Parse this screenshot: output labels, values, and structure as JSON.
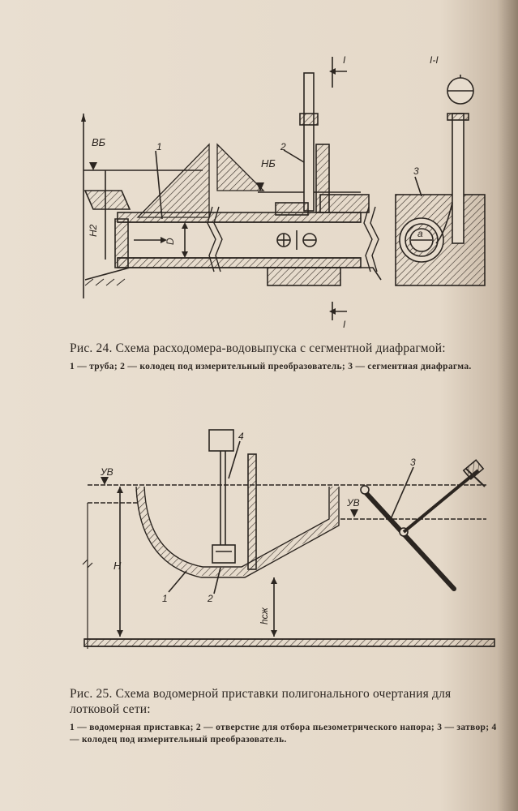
{
  "figure24": {
    "labels": {
      "vb": "ВБ",
      "nb": "НБ",
      "h2": "H2",
      "d": "D",
      "a": "a",
      "section_top": "I",
      "section_bottom": "I",
      "section_view": "I-I",
      "n1": "1",
      "n2": "2",
      "n3": "3"
    },
    "caption": "Рис. 24. Схема расходомера-водовыпуска с сегментной диафрагмой:",
    "legend": "1 — труба; 2 — колодец под измерительный преобразователь; 3 — сегментная диафрагма."
  },
  "figure25": {
    "labels": {
      "uv_left": "УВ",
      "uv_right": "УВ",
      "h": "H",
      "hszh": "hсж",
      "n1": "1",
      "n2": "2",
      "n3": "3",
      "n4": "4"
    },
    "caption": "Рис. 25. Схема водомерной приставки полигонального очертания для лотковой сети:",
    "legend": "1 — водомерная приставка; 2 — отверстие для отбора пьезометрического напора; 3 — затвор; 4 — колодец под измерительный преобразователь."
  }
}
